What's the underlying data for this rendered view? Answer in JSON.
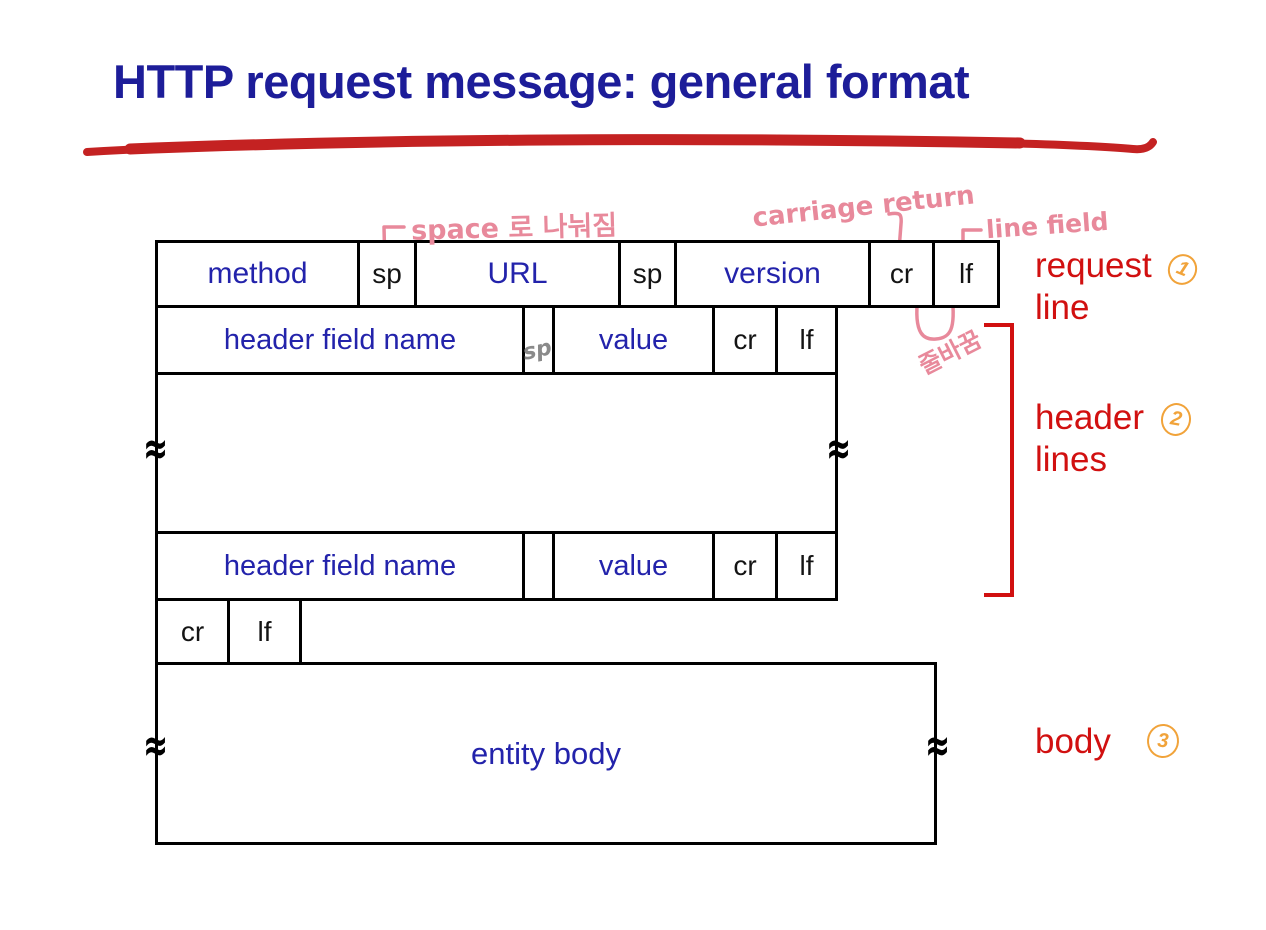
{
  "title": "HTTP request message: general format",
  "colors": {
    "title_blue": "#1d1d99",
    "field_blue": "#2323ab",
    "label_red": "#d11010",
    "underline_red": "#c42222",
    "annotation_pink": "#e8899b",
    "number_orange": "#f1a33a",
    "box_border_black": "#000000"
  },
  "diagram": {
    "request_line_row": {
      "method": "method",
      "sp1": "sp",
      "url": "URL",
      "sp2": "sp",
      "version": "version",
      "cr": "cr",
      "lf": "lf"
    },
    "header_row_1": {
      "name": "header field name",
      "value": "value",
      "cr": "cr",
      "lf": "lf"
    },
    "header_row_2": {
      "name": "header field name",
      "value": "value",
      "cr": "cr",
      "lf": "lf"
    },
    "crlf_row": {
      "cr": "cr",
      "lf": "lf"
    },
    "entity_body": "entity body",
    "break_symbol": "≈"
  },
  "side_labels": {
    "request_line": {
      "line1": "request",
      "line2": "line",
      "number": "1"
    },
    "header_lines": {
      "line1": "header",
      "line2": "lines",
      "number": "2"
    },
    "body": {
      "label": "body",
      "number": "3"
    }
  },
  "annotations": {
    "space_note": "space 로 나눠짐",
    "carriage_return_note": "carriage return",
    "line_field_note": "line field",
    "line_break_note": "줄바꿈",
    "sp_note": "sp"
  }
}
